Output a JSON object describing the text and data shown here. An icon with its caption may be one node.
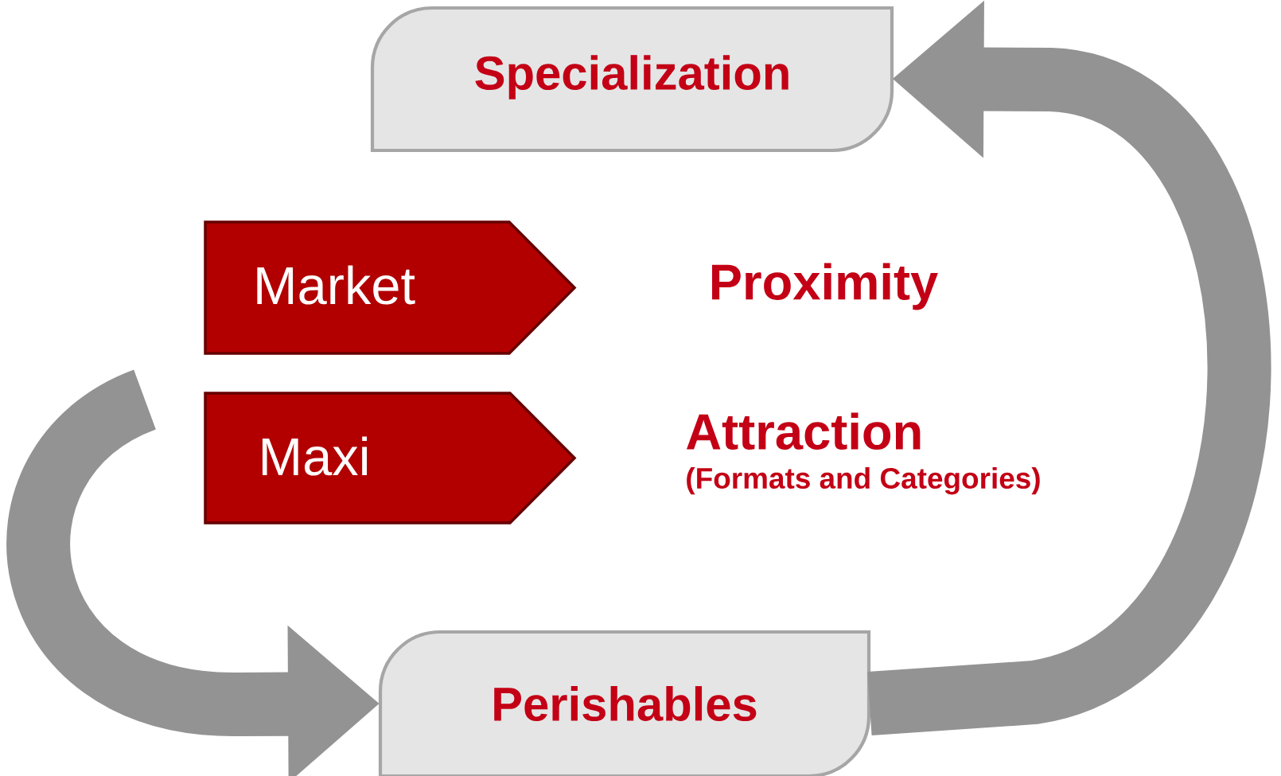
{
  "diagram": {
    "nodes": [
      {
        "text": [
          "Specialization"
        ]
      },
      {
        "text": [
          "Market"
        ]
      },
      {
        "text": [
          "Proximity"
        ]
      },
      {
        "text": [
          "Maxi"
        ]
      },
      {
        "text": [
          "Attraction",
          "(Formats and Categories)"
        ]
      },
      {
        "text": [
          "Perishables"
        ]
      }
    ],
    "edges": [
      {
        "from": 5,
        "to": 0,
        "arrow": "to"
      },
      {
        "from": null,
        "to": 5,
        "arrow": "to"
      }
    ]
  }
}
